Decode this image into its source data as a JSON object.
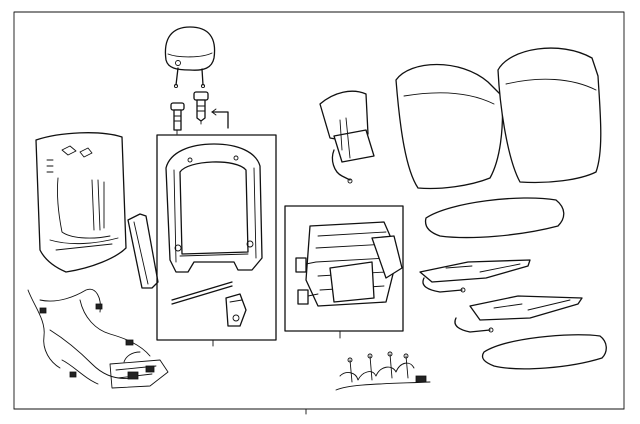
{
  "diagram": {
    "colors": {
      "line": "#111111",
      "background": "#ffffff"
    },
    "parts": [
      "outer-frame",
      "headrest",
      "headrest-guide-left",
      "headrest-guide-right",
      "seat-back-panel",
      "seat-back-wiring-harness",
      "side-trim-panel",
      "seat-back-frame-box",
      "seat-back-frame",
      "recliner-rod",
      "recliner-actuator",
      "lumbar-support",
      "lumbar-assembly-box",
      "cushion-frame-assembly",
      "seat-back-cover",
      "seat-back-pad",
      "seat-cushion-pad-upper",
      "seat-cushion-cover-upper",
      "seat-cushion-cover-lower",
      "seat-cushion-pad-lower",
      "seat-cushion-wiring-harness",
      "cushion-springs",
      "wire-harness-main"
    ]
  }
}
